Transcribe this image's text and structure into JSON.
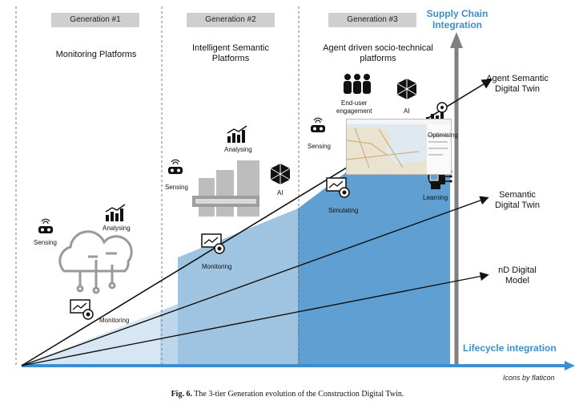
{
  "generations": [
    {
      "badge": "Generation #1",
      "title": "Monitoring Platforms"
    },
    {
      "badge": "Generation #2",
      "title": "Intelligent Semantic\nPlatforms"
    },
    {
      "badge": "Generation #3",
      "title": "Agent driven socio-technical\nplatforms"
    }
  ],
  "axes": {
    "vertical": "Supply Chain\nIntegration",
    "horizontal": "Lifecycle integration"
  },
  "lines": {
    "agent": "Agent Semantic\nDigital Twin",
    "semantic": "Semantic\nDigital Twin",
    "nd": "nD Digital\nModel"
  },
  "gen1_labels": {
    "sensing": "Sensing",
    "analysing": "Analysing",
    "monitoring": "Monitoring"
  },
  "gen2_labels": {
    "analysing": "Analysing",
    "sensing": "Sensing",
    "ai": "AI",
    "monitoring": "Monitoring"
  },
  "gen3_labels": {
    "engagement": "End-user\nengagement",
    "ai": "AI",
    "sensing": "Sensing",
    "optimising": "Optimising",
    "simulating": "Simulating",
    "learning": "Learning"
  },
  "credit": "Icons by flaticon",
  "caption": {
    "fig": "Fig. 6.",
    "text": "The 3-tier Generation evolution of the Construction Digital Twin."
  },
  "colors": {
    "axis": "#3b8fd0",
    "gen1_fill": "#d6e6f3",
    "gen2_fill": "#9fc4e2",
    "gen3_fill": "#5f9fd2",
    "vertical_arrow": "#808080"
  }
}
